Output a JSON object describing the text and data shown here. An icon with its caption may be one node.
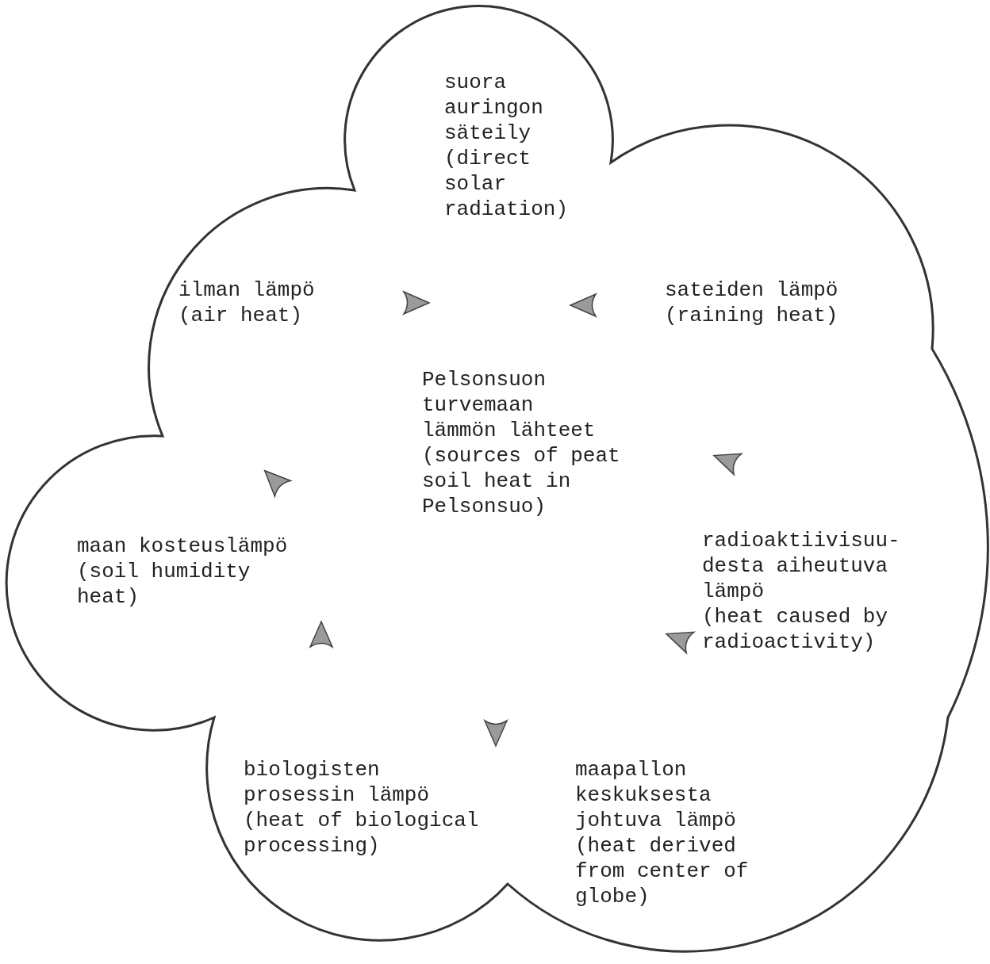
{
  "diagram": {
    "nodes": [
      {
        "text": [],
        "shape": "cloud"
      },
      {
        "text": [
          "suora auringon säteily",
          "(direct solar radiation)"
        ],
        "in": 0
      },
      {
        "text": [
          "ilman lämpö",
          "(air heat)"
        ],
        "in": 0
      },
      {
        "text": [
          "sateiden lämpö",
          "(raining heat)"
        ],
        "in": 0
      },
      {
        "text": [
          "Pelsonsuon turvemaan lämmön lähteet",
          "(sources of peat soil heat in Pelsonsuo)"
        ],
        "in": 0
      },
      {
        "text": [
          "maan kosteuslämpö",
          "(soil humidity heat)"
        ],
        "in": 0
      },
      {
        "text": [
          "radioaktiivisuu-desta aiheutuva lämpö",
          "(heat caused by radioactivity)"
        ],
        "in": 0
      },
      {
        "text": [
          "biologisten prosessin lämpö",
          "(heat of biological processing)"
        ],
        "in": 0
      },
      {
        "text": [
          "maapallon keskuksesta johtuva lämpö",
          "(heat derived from center of globe)"
        ],
        "in": 0
      }
    ]
  }
}
